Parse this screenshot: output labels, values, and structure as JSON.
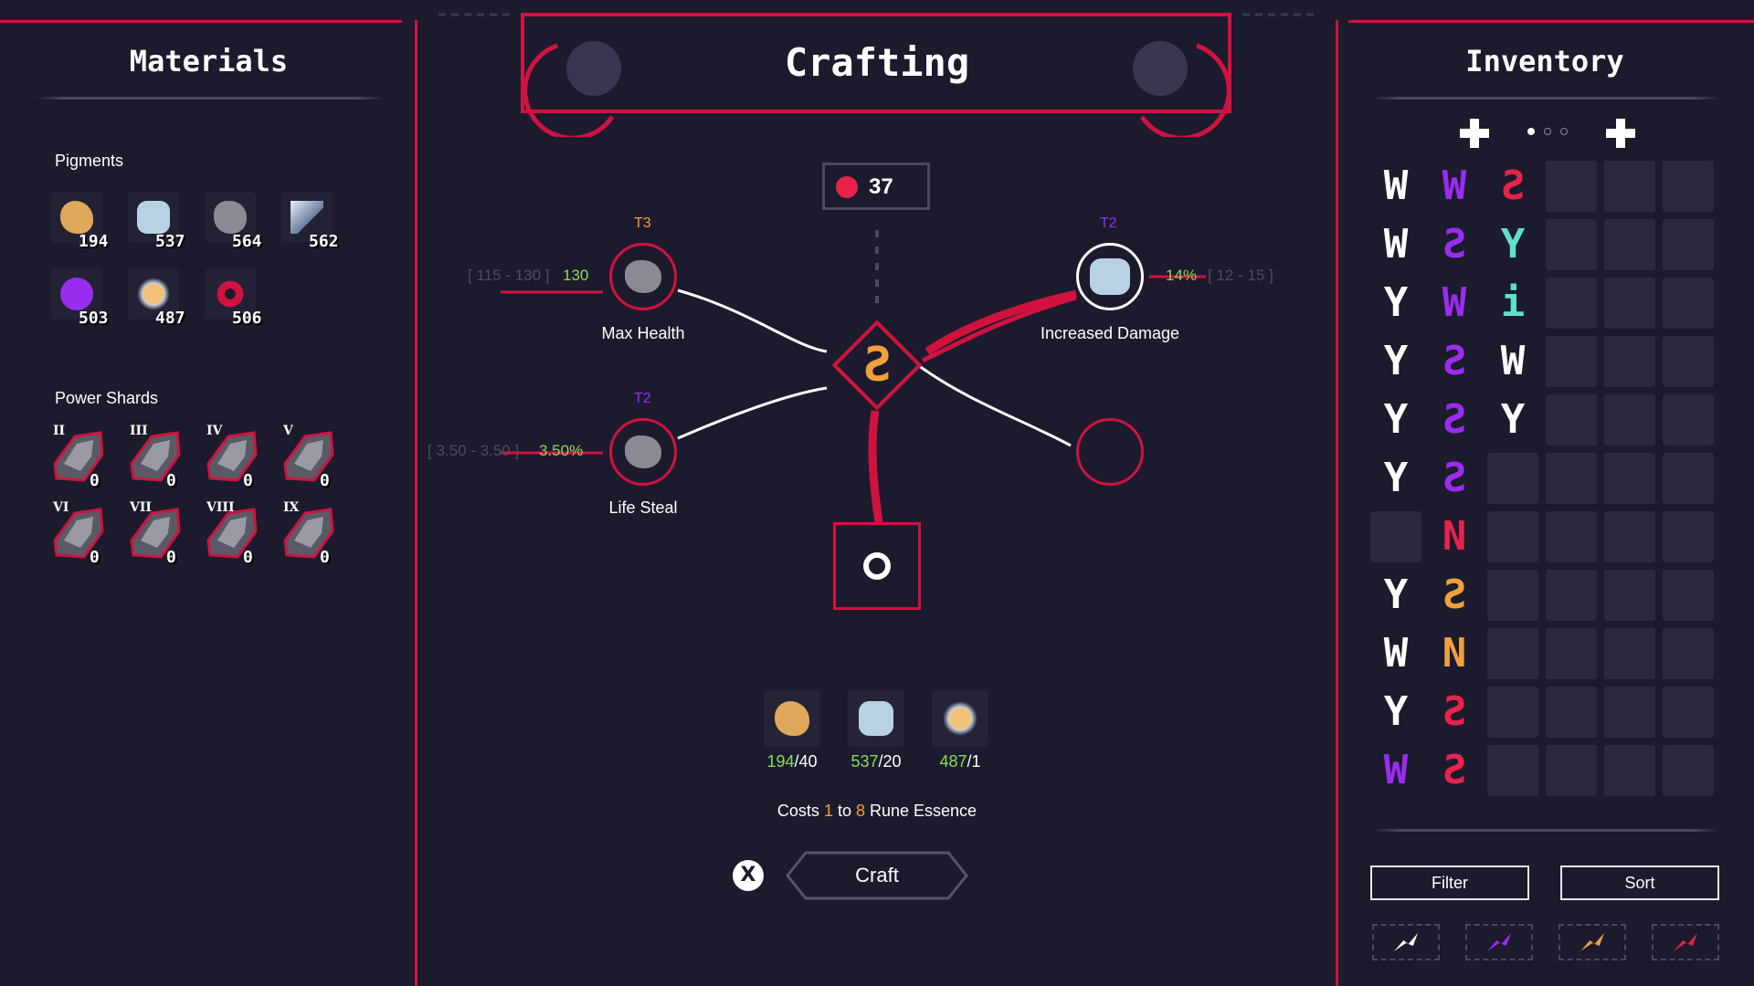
{
  "materials": {
    "title": "Materials",
    "pigments_label": "Pigments",
    "pigments": [
      {
        "icon": "golden-nugget-icon",
        "count": "194"
      },
      {
        "icon": "silver-fist-icon",
        "count": "537"
      },
      {
        "icon": "grey-stone-icon",
        "count": "564"
      },
      {
        "icon": "claw-shard-icon",
        "count": "562"
      },
      {
        "icon": "purple-gem-icon",
        "count": "503"
      },
      {
        "icon": "spiked-orb-icon",
        "count": "487"
      },
      {
        "icon": "red-eye-icon",
        "count": "506"
      }
    ],
    "shards_label": "Power Shards",
    "shards": [
      {
        "tier": "II",
        "count": "0"
      },
      {
        "tier": "III",
        "count": "0"
      },
      {
        "tier": "IV",
        "count": "0"
      },
      {
        "tier": "V",
        "count": "0"
      },
      {
        "tier": "VI",
        "count": "0"
      },
      {
        "tier": "VII",
        "count": "0"
      },
      {
        "tier": "VIII",
        "count": "0"
      },
      {
        "tier": "IX",
        "count": "0"
      }
    ]
  },
  "crafting": {
    "title": "Crafting",
    "essence_count": "37",
    "nodes": {
      "max_health": {
        "tier": "T3",
        "label": "Max Health",
        "range": "[ 115 - 130 ]",
        "value": "130"
      },
      "life_steal": {
        "tier": "T2",
        "label": "Life Steal",
        "range": "[ 3.50 - 3.50 ]",
        "value": "3.50%"
      },
      "increased_damage": {
        "tier": "T2",
        "label": "Increased Damage",
        "range": "[ 12 - 15 ]",
        "value": "14%"
      }
    },
    "requirements": [
      {
        "icon": "golden-nugget-icon",
        "have": "194",
        "need": "/40"
      },
      {
        "icon": "silver-fist-icon",
        "have": "537",
        "need": "/20"
      },
      {
        "icon": "spiked-orb-icon",
        "have": "487",
        "need": "/1"
      }
    ],
    "costs": {
      "prefix": "Costs ",
      "min": "1",
      "mid": " to ",
      "max": "8",
      "suffix": " Rune Essence"
    },
    "craft_button": "Craft",
    "cancel_glyph": "X"
  },
  "inventory": {
    "title": "Inventory",
    "grid": [
      [
        {
          "g": "W",
          "c": "#ffffff"
        },
        {
          "g": "W",
          "c": "#9a2cf0"
        },
        {
          "g": "Ƨ",
          "c": "#e8234a"
        },
        {},
        {},
        {}
      ],
      [
        {
          "g": "W",
          "c": "#ffffff"
        },
        {
          "g": "Ƨ",
          "c": "#9a2cf0"
        },
        {
          "g": "Y",
          "c": "#5fe0c8"
        },
        {},
        {},
        {}
      ],
      [
        {
          "g": "Y",
          "c": "#ffffff"
        },
        {
          "g": "W",
          "c": "#9a2cf0"
        },
        {
          "g": "i",
          "c": "#5fe0c8"
        },
        {},
        {},
        {}
      ],
      [
        {
          "g": "Y",
          "c": "#ffffff"
        },
        {
          "g": "Ƨ",
          "c": "#9a2cf0"
        },
        {
          "g": "W",
          "c": "#ffffff"
        },
        {},
        {},
        {}
      ],
      [
        {
          "g": "Y",
          "c": "#ffffff"
        },
        {
          "g": "Ƨ",
          "c": "#9a2cf0"
        },
        {
          "g": "Y",
          "c": "#ffffff"
        },
        {},
        {},
        {}
      ],
      [
        {
          "g": "Y",
          "c": "#ffffff"
        },
        {
          "g": "Ƨ",
          "c": "#9a2cf0"
        },
        {},
        {},
        {},
        {}
      ],
      [
        {},
        {
          "g": "N",
          "c": "#e8234a"
        },
        {},
        {},
        {},
        {}
      ],
      [
        {
          "g": "Y",
          "c": "#ffffff"
        },
        {
          "g": "Ƨ",
          "c": "#f0a03c"
        },
        {},
        {},
        {},
        {}
      ],
      [
        {
          "g": "W",
          "c": "#ffffff"
        },
        {
          "g": "N",
          "c": "#f0a03c"
        },
        {},
        {},
        {},
        {}
      ],
      [
        {
          "g": "Y",
          "c": "#ffffff"
        },
        {
          "g": "Ƨ",
          "c": "#e8234a"
        },
        {},
        {},
        {},
        {}
      ],
      [
        {
          "g": "W",
          "c": "#9a2cf0"
        },
        {
          "g": "Ƨ",
          "c": "#e8234a"
        },
        {},
        {},
        {},
        {}
      ]
    ],
    "filter_label": "Filter",
    "sort_label": "Sort",
    "filters": [
      {
        "icon": "white-rune-filter-icon",
        "color": "#ffffff"
      },
      {
        "icon": "purple-rune-filter-icon",
        "color": "#9a2cf0"
      },
      {
        "icon": "orange-rune-filter-icon",
        "color": "#f0a03c"
      },
      {
        "icon": "red-rune-filter-icon",
        "color": "#e8234a"
      }
    ]
  },
  "colors": {
    "accent": "#d1123f",
    "background": "#1c1b2e",
    "positive": "#8cd95a",
    "tier3": "#f0a03c",
    "tier2": "#9a2cf0"
  }
}
